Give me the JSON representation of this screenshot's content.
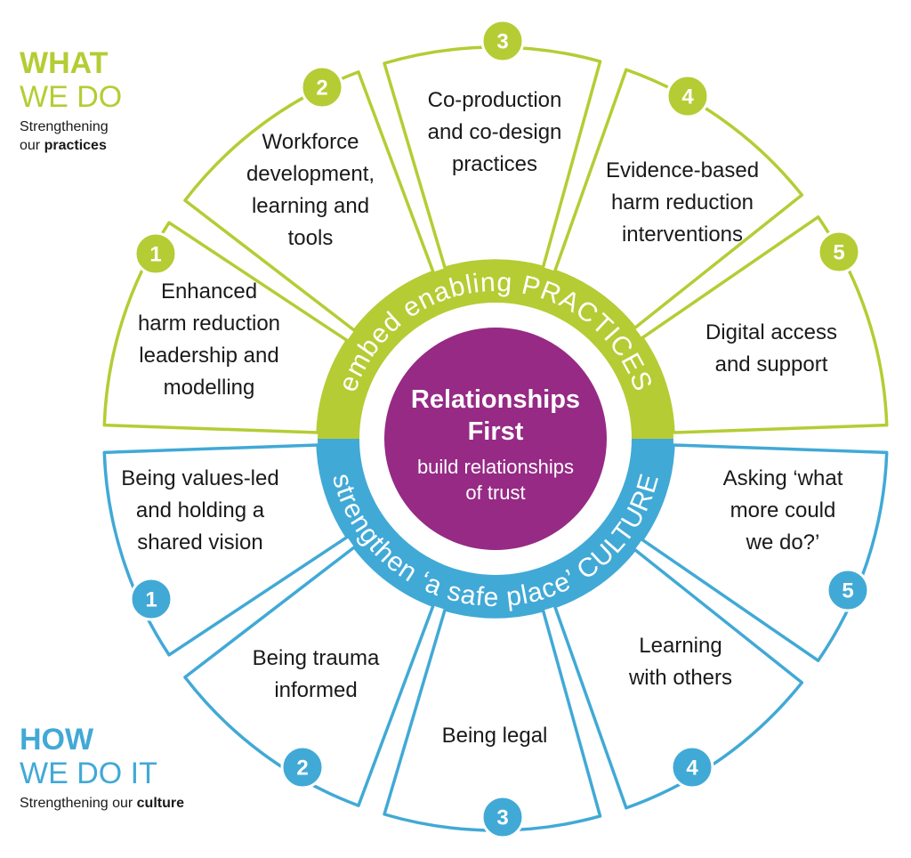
{
  "colors": {
    "green": "#b5cc34",
    "blue": "#41a9d6",
    "purple": "#962a85",
    "text": "#1a1a1a"
  },
  "top_label": {
    "line1": "WHAT",
    "line2": "WE DO",
    "sub_prefix": "Strengthening",
    "sub_line2_prefix": "our ",
    "sub_bold": "practices"
  },
  "bottom_label": {
    "line1": "HOW",
    "line2": "WE DO IT",
    "sub_prefix": "Strengthening our ",
    "sub_bold": "culture"
  },
  "center": {
    "title_line1": "Relationships",
    "title_line2": "First",
    "sub_line1": "build relationships",
    "sub_line2": "of trust"
  },
  "ring": {
    "top_text": "embed enabling PRACTICES",
    "bottom_text": "strengthen ‘a safe place’ CULTURE"
  },
  "practices": [
    {
      "number": "1",
      "lines": [
        "Enhanced",
        "harm reduction",
        "leadership and",
        "modelling"
      ]
    },
    {
      "number": "2",
      "lines": [
        "Workforce",
        "development,",
        "learning and",
        "tools"
      ]
    },
    {
      "number": "3",
      "lines": [
        "Co-production",
        "and co-design",
        "practices"
      ]
    },
    {
      "number": "4",
      "lines": [
        "Evidence-based",
        "harm reduction",
        "interventions"
      ]
    },
    {
      "number": "5",
      "lines": [
        "Digital access",
        "and support"
      ]
    }
  ],
  "culture": [
    {
      "number": "1",
      "lines": [
        "Being values-led",
        "and holding a",
        "shared vision"
      ]
    },
    {
      "number": "2",
      "lines": [
        "Being trauma",
        "informed"
      ]
    },
    {
      "number": "3",
      "lines": [
        "Being legal"
      ]
    },
    {
      "number": "4",
      "lines": [
        "Learning",
        "with others"
      ]
    },
    {
      "number": "5",
      "lines": [
        "Asking ‘what",
        "more could",
        "we do?’"
      ]
    }
  ]
}
